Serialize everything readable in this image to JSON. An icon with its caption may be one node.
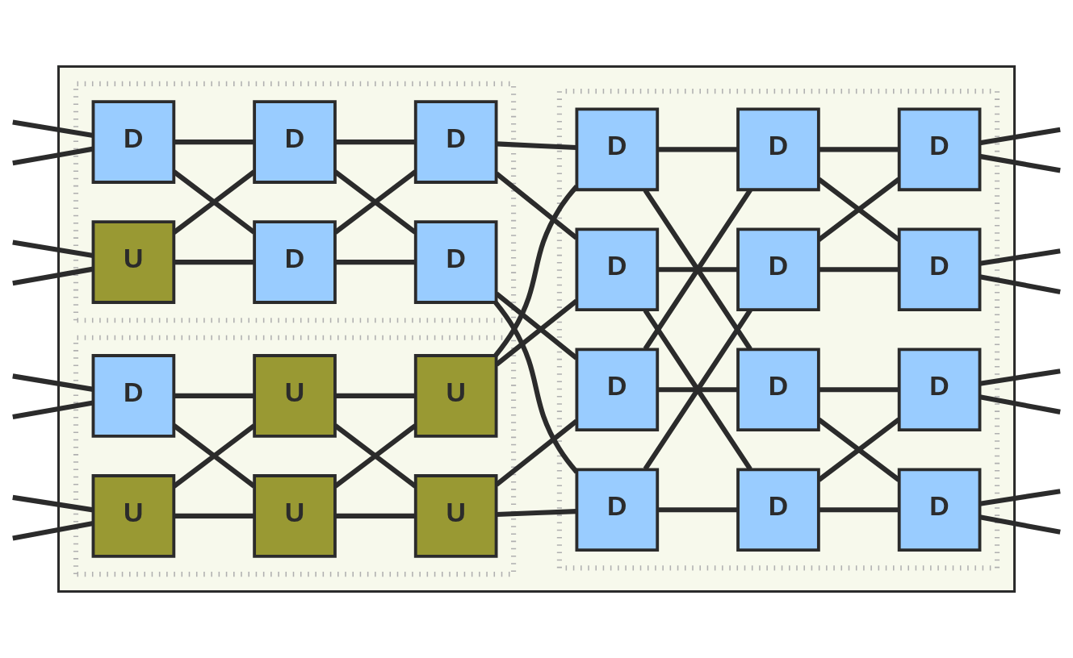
{
  "diagram": {
    "nodes": [
      {
        "text": [],
        "shape": "box"
      },
      {
        "text": [],
        "shape": "box",
        "in": 0
      },
      {
        "text": [],
        "shape": "box",
        "in": 0
      },
      {
        "text": [],
        "shape": "box",
        "in": 0
      },
      {
        "text": [
          "D"
        ],
        "in": 1
      },
      {
        "text": [
          "D"
        ],
        "in": 1
      },
      {
        "text": [
          "D"
        ],
        "in": 1
      },
      {
        "text": [
          "D"
        ],
        "in": 3
      },
      {
        "text": [
          "D"
        ],
        "in": 3
      },
      {
        "text": [
          "D"
        ],
        "in": 3
      },
      {
        "text": [
          "U"
        ],
        "in": 1
      },
      {
        "text": [
          "D"
        ],
        "in": 1
      },
      {
        "text": [
          "D"
        ],
        "in": 1
      },
      {
        "text": [
          "D"
        ],
        "in": 3
      },
      {
        "text": [
          "D"
        ],
        "in": 3
      },
      {
        "text": [
          "D"
        ],
        "in": 3
      },
      {
        "text": [
          "D"
        ],
        "in": 2
      },
      {
        "text": [
          "U"
        ],
        "in": 2
      },
      {
        "text": [
          "U"
        ],
        "in": 2
      },
      {
        "text": [
          "D"
        ],
        "in": 3
      },
      {
        "text": [
          "D"
        ],
        "in": 3
      },
      {
        "text": [
          "D"
        ],
        "in": 3
      },
      {
        "text": [
          "U"
        ],
        "in": 2
      },
      {
        "text": [
          "U"
        ],
        "in": 2
      },
      {
        "text": [
          "U"
        ],
        "in": 2
      },
      {
        "text": [
          "D"
        ],
        "in": 3
      },
      {
        "text": [
          "D"
        ],
        "in": 3
      },
      {
        "text": [
          "D"
        ],
        "in": 3
      }
    ],
    "edges": [
      {
        "from": null,
        "to": 4,
        "arrow": "none"
      },
      {
        "from": null,
        "to": 4,
        "arrow": "none"
      },
      {
        "from": null,
        "to": 10,
        "arrow": "none"
      },
      {
        "from": null,
        "to": 10,
        "arrow": "none"
      },
      {
        "from": null,
        "to": 16,
        "arrow": "none"
      },
      {
        "from": null,
        "to": 16,
        "arrow": "none"
      },
      {
        "from": null,
        "to": 22,
        "arrow": "none"
      },
      {
        "from": null,
        "to": 22,
        "arrow": "none"
      },
      {
        "from": 4,
        "to": 5,
        "arrow": "none"
      },
      {
        "from": 4,
        "to": 11,
        "arrow": "none"
      },
      {
        "from": 10,
        "to": 5,
        "arrow": "none"
      },
      {
        "from": 10,
        "to": 11,
        "arrow": "none"
      },
      {
        "from": 16,
        "to": 17,
        "arrow": "none"
      },
      {
        "from": 16,
        "to": 23,
        "arrow": "none"
      },
      {
        "from": 22,
        "to": 17,
        "arrow": "none"
      },
      {
        "from": 22,
        "to": 23,
        "arrow": "none"
      },
      {
        "from": 5,
        "to": 6,
        "arrow": "none"
      },
      {
        "from": 5,
        "to": 12,
        "arrow": "none"
      },
      {
        "from": 11,
        "to": 6,
        "arrow": "none"
      },
      {
        "from": 11,
        "to": 12,
        "arrow": "none"
      },
      {
        "from": 17,
        "to": 18,
        "arrow": "none"
      },
      {
        "from": 17,
        "to": 24,
        "arrow": "none"
      },
      {
        "from": 23,
        "to": 18,
        "arrow": "none"
      },
      {
        "from": 23,
        "to": 24,
        "arrow": "none"
      },
      {
        "from": 6,
        "to": 7,
        "arrow": "none"
      },
      {
        "from": 6,
        "to": 13,
        "arrow": "none"
      },
      {
        "from": 12,
        "to": 19,
        "arrow": "none"
      },
      {
        "from": 12,
        "to": 25,
        "arrow": "none"
      },
      {
        "from": 18,
        "to": 7,
        "arrow": "none"
      },
      {
        "from": 18,
        "to": 13,
        "arrow": "none"
      },
      {
        "from": 24,
        "to": 19,
        "arrow": "none"
      },
      {
        "from": 24,
        "to": 25,
        "arrow": "none"
      },
      {
        "from": 7,
        "to": 8,
        "arrow": "none"
      },
      {
        "from": 7,
        "to": 20,
        "arrow": "none"
      },
      {
        "from": 13,
        "to": 14,
        "arrow": "none"
      },
      {
        "from": 13,
        "to": 26,
        "arrow": "none"
      },
      {
        "from": 19,
        "to": 8,
        "arrow": "none"
      },
      {
        "from": 19,
        "to": 20,
        "arrow": "none"
      },
      {
        "from": 25,
        "to": 14,
        "arrow": "none"
      },
      {
        "from": 25,
        "to": 26,
        "arrow": "none"
      },
      {
        "from": 8,
        "to": 9,
        "arrow": "none"
      },
      {
        "from": 8,
        "to": 15,
        "arrow": "none"
      },
      {
        "from": 14,
        "to": 9,
        "arrow": "none"
      },
      {
        "from": 14,
        "to": 15,
        "arrow": "none"
      },
      {
        "from": 20,
        "to": 21,
        "arrow": "none"
      },
      {
        "from": 20,
        "to": 27,
        "arrow": "none"
      },
      {
        "from": 26,
        "to": 21,
        "arrow": "none"
      },
      {
        "from": 26,
        "to": 27,
        "arrow": "none"
      },
      {
        "from": 9,
        "to": null,
        "arrow": "none"
      },
      {
        "from": 9,
        "to": null,
        "arrow": "none"
      },
      {
        "from": 15,
        "to": null,
        "arrow": "none"
      },
      {
        "from": 15,
        "to": null,
        "arrow": "none"
      },
      {
        "from": 21,
        "to": null,
        "arrow": "none"
      },
      {
        "from": 21,
        "to": null,
        "arrow": "none"
      },
      {
        "from": 27,
        "to": null,
        "arrow": "none"
      },
      {
        "from": 27,
        "to": null,
        "arrow": "none"
      }
    ]
  }
}
